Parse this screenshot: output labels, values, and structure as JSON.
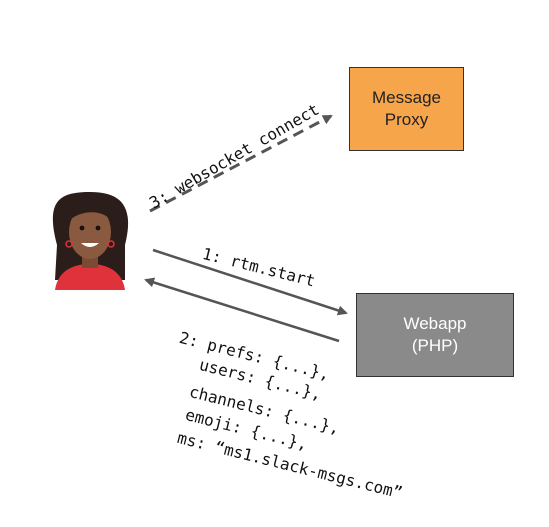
{
  "nodes": {
    "message_proxy": {
      "line1": "Message",
      "line2": "Proxy",
      "color": "#f6a54b"
    },
    "webapp": {
      "line1": "Webapp",
      "line2": "(PHP)",
      "color": "#8a8a8a"
    }
  },
  "edges": {
    "websocket_connect": "3: websocket connect",
    "rtm_start": "1: rtm.start",
    "response": [
      "2: prefs: {...},",
      "users: {...},",
      "channels: {...},",
      "emoji: {...},",
      "ms: “ms1.slack-msgs.com”"
    ]
  },
  "actor": {
    "icon": "user-avatar-icon"
  }
}
